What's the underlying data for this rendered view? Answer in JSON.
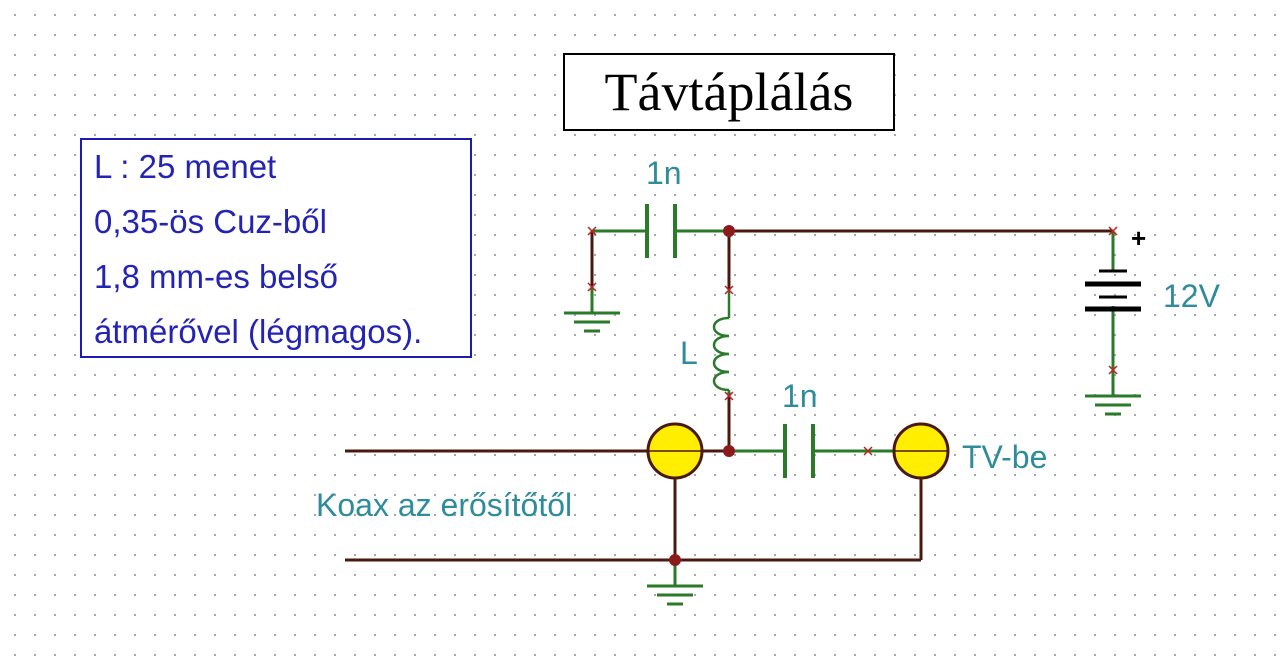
{
  "title": "Távtáplálás",
  "note": {
    "lines": [
      "L : 25 menet",
      "0,35-ös Cuz-ből",
      "1,8 mm-es belső",
      "átmérővel (légmagos)."
    ]
  },
  "labels": {
    "cap_top": "1n",
    "cap_bottom": "1n",
    "inductor": "L",
    "battery_voltage": "12V",
    "battery_plus": "+",
    "output": "TV-be",
    "input": "Koax az erősítőtől"
  },
  "colors": {
    "wire": "#4a1a10",
    "component": "#2a7a2a",
    "label": "#2e8c9c",
    "note_text": "#2424b4",
    "connector_fill": "#ffee00"
  }
}
